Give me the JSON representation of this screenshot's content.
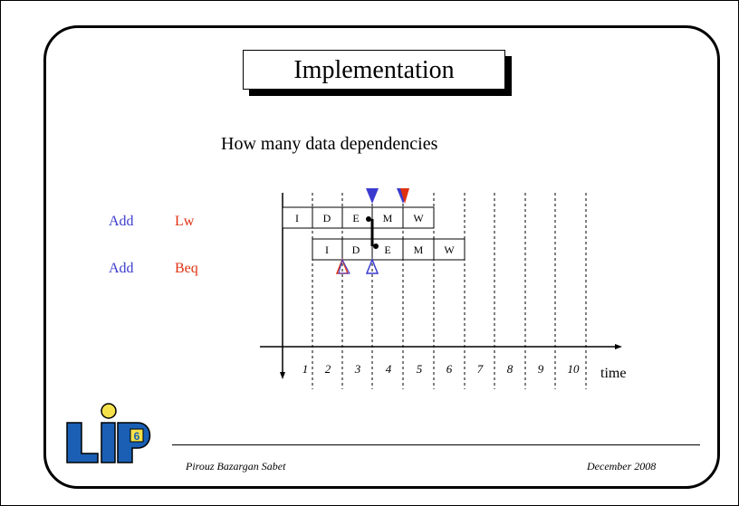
{
  "slide": {
    "title": "Implementation",
    "subtitle": "How many data dependencies"
  },
  "instructions": [
    {
      "op": "Add",
      "arg": "Lw"
    },
    {
      "op": "Add",
      "arg": "Beq"
    }
  ],
  "pipeline": {
    "row1": [
      "I",
      "D",
      "E",
      "M",
      "W"
    ],
    "row2": [
      "I",
      "D",
      "E",
      "M",
      "W"
    ]
  },
  "axis": {
    "label": "time",
    "ticks": [
      "1",
      "2",
      "3",
      "4",
      "5",
      "6",
      "7",
      "8",
      "9",
      "10"
    ]
  },
  "footer": {
    "author": "Pirouz Bazargan Sabet",
    "date": "December 2008"
  },
  "logo": {
    "text": "6"
  },
  "colors": {
    "blue": "#3a3ad0",
    "red": "#e03010",
    "logo_blue": "#1a5fb4",
    "logo_yellow": "#f5e24a"
  }
}
